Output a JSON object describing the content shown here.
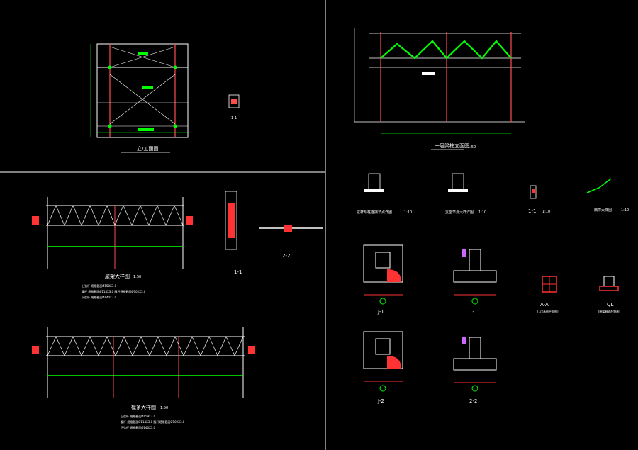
{
  "colors": {
    "background": "#000000",
    "line": "#ffffff",
    "member": "#ff4d4d",
    "dimension": "#00ff00",
    "annotation": "#ffff00",
    "hatch": "#ff3333",
    "purple": "#cc66ff",
    "frame": "#ffffff"
  },
  "drawings": {
    "elevation_a": {
      "title": "立/工面图",
      "section_label": "1-1"
    },
    "front_elevation": {
      "title": "一层梁柱立面图",
      "scale": "1:50"
    },
    "truss_1": {
      "title": "屋架大样图",
      "scale": "1:50",
      "notes": [
        "上弦杆 规格截面Ø150X3.0",
        "腹杆 规格截面Ø114X3.0 腹杆规格截面Ø102X3.0",
        "下弦杆 规格截面Ø140X3.0"
      ]
    },
    "truss_2": {
      "title": "檩条大样图",
      "scale": "1:50",
      "notes": [
        "上弦杆 规格截面Ø159X3.0",
        "腹杆 规格截面Ø114X3.0 腹杆规格截面Ø102X3.0",
        "下弦杆 规格截面Ø140X3.0"
      ]
    },
    "section_1_1": {
      "title": "1-1"
    },
    "section_2_2": {
      "title": "2-2"
    },
    "detail_bearing_1": {
      "title": "弦杆与柱连接节点详图",
      "scale": "1:10"
    },
    "detail_bearing_2": {
      "title": "支座节点大样详图",
      "scale": "1:10"
    },
    "detail_1_1": {
      "title": "1-1",
      "scale": "1:10"
    },
    "detail_knee": {
      "title": "隅撑大样图",
      "scale": "1:10"
    },
    "foundation_j1_plan": {
      "title": "J-1"
    },
    "foundation_j1_section": {
      "title": "1-1"
    },
    "foundation_j2_plan": {
      "title": "J-2"
    },
    "foundation_j2_section": {
      "title": "2-2"
    },
    "section_a_a": {
      "title": "A-A",
      "subtitle": "(1/2基础平面图)"
    },
    "section_ql": {
      "title": "QL",
      "subtitle": "(圈梁截面配筋图)"
    }
  }
}
